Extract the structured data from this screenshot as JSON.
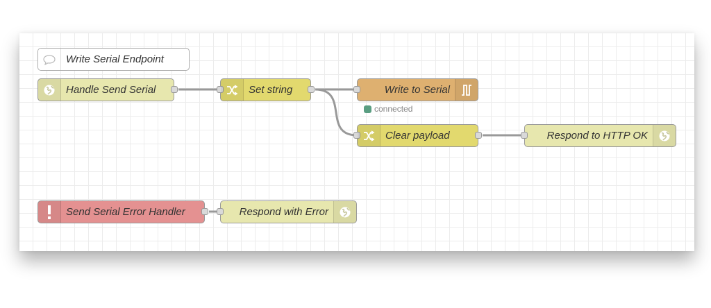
{
  "colors": {
    "comment": "#ffffff",
    "http": "#e7e7ae",
    "change": "#e2d96e",
    "serial": "#deb070",
    "catch": "#e49191",
    "status_connected": "#5a9e82",
    "wire": "#999999"
  },
  "nodes": {
    "comment": {
      "label": "Write Serial Endpoint",
      "icon": "comment-icon"
    },
    "http_in": {
      "label": "Handle Send Serial",
      "icon": "globe-icon"
    },
    "set_string": {
      "label": "Set string",
      "icon": "shuffle-icon"
    },
    "serial_out": {
      "label": "Write to Serial",
      "icon": "serial-pulse-icon",
      "status": "connected"
    },
    "clear_payload": {
      "label": "Clear payload",
      "icon": "shuffle-icon"
    },
    "respond_ok": {
      "label": "Respond to HTTP OK",
      "icon": "globe-icon"
    },
    "catch": {
      "label": "Send Serial Error Handler",
      "icon": "exclamation-icon"
    },
    "respond_error": {
      "label": "Respond with Error",
      "icon": "globe-icon"
    }
  }
}
